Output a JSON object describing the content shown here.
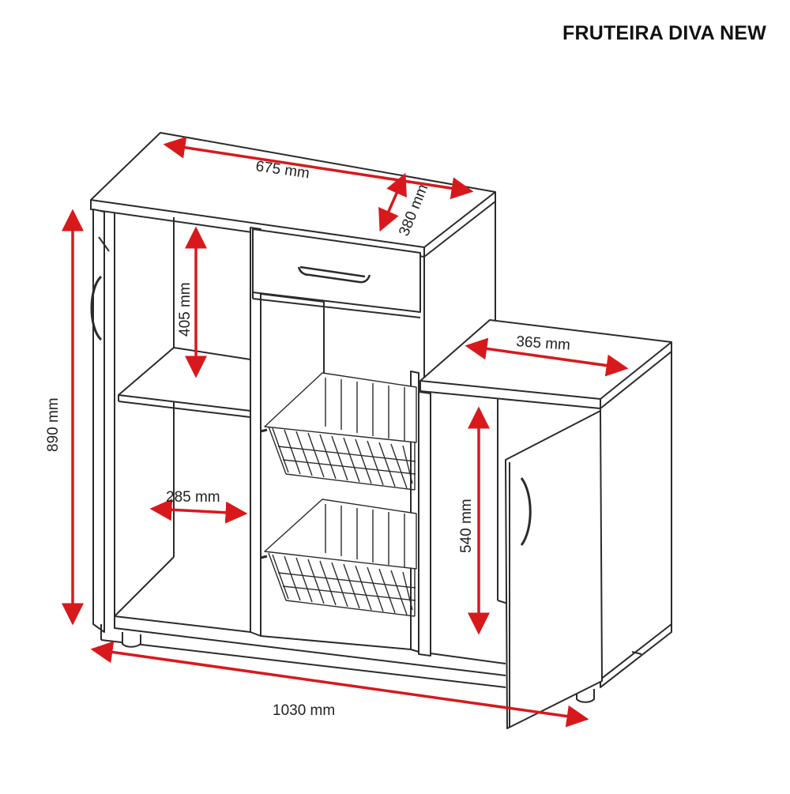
{
  "title": "FRUTEIRA DIVA NEW",
  "colors": {
    "line": "#2b2b2b",
    "dimension": "#d7191c",
    "background": "#ffffff"
  },
  "dimensions": {
    "top_width": "675 mm",
    "top_depth": "380 mm",
    "total_height": "890 mm",
    "niche_height": "405 mm",
    "niche_width": "285 mm",
    "side_top_width": "365 mm",
    "side_cabinet_height": "540 mm",
    "total_width": "1030 mm"
  }
}
